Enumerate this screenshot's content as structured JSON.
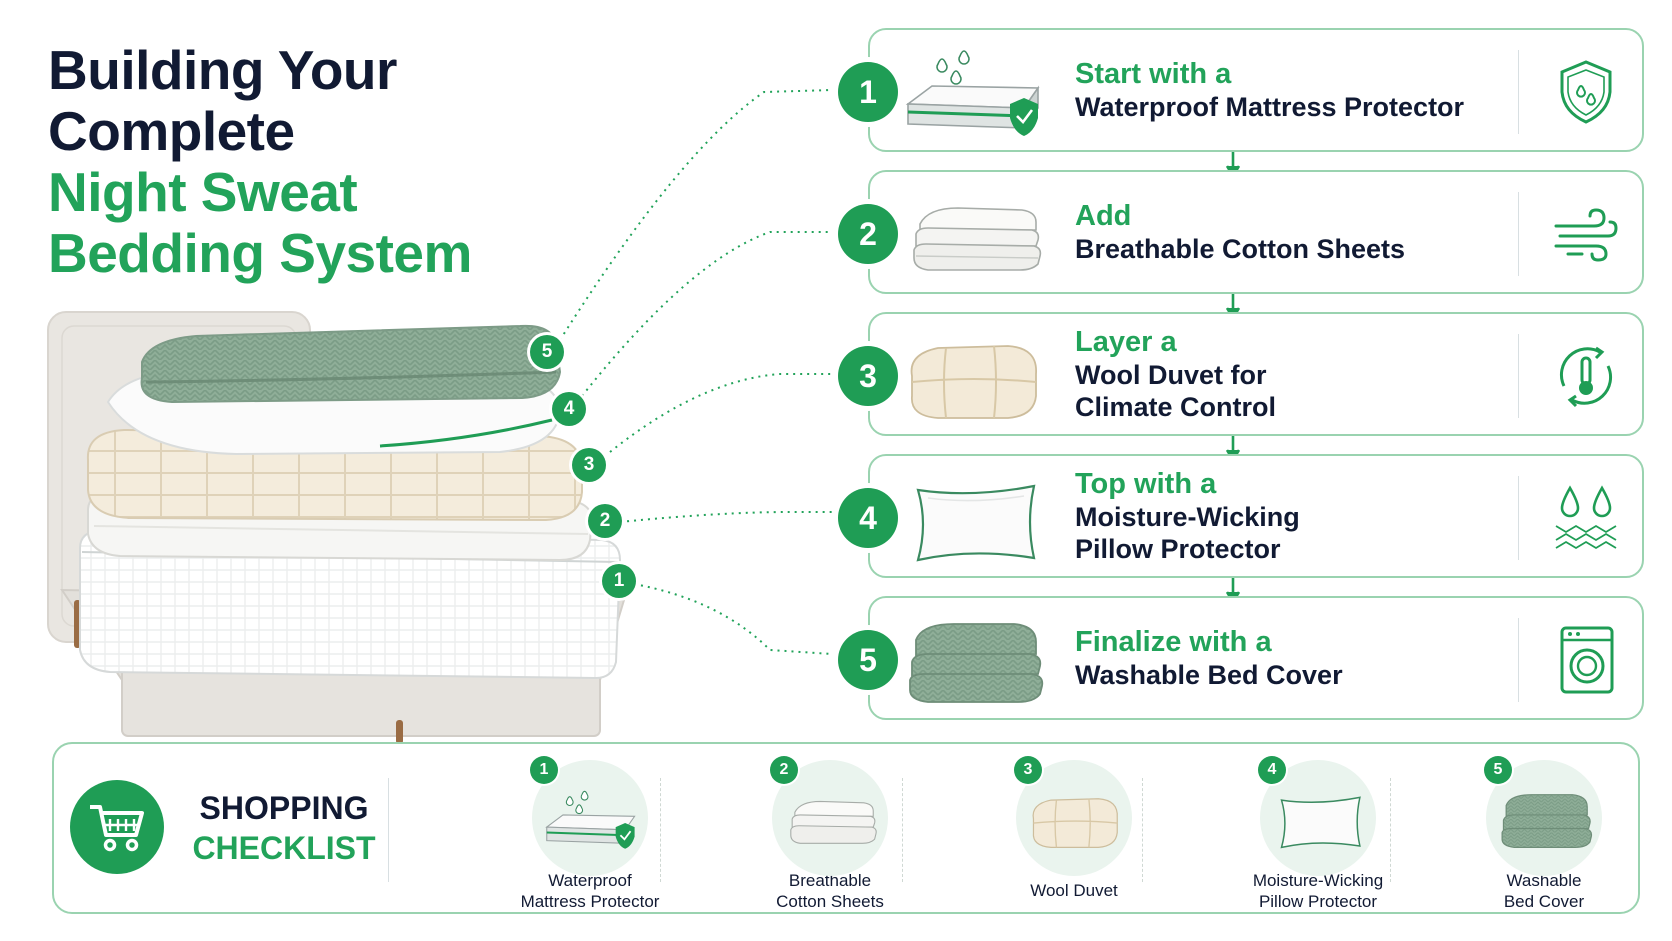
{
  "title": {
    "line1": "Building Your",
    "line2": "Complete",
    "line3": "Night Sweat",
    "line4": "Bedding System"
  },
  "bed_callouts": [
    "5",
    "4",
    "3",
    "2",
    "1"
  ],
  "steps": [
    {
      "number": "1",
      "action": "Start with a",
      "item": "Waterproof Mattress Protector",
      "icon": "shield-droplet-icon"
    },
    {
      "number": "2",
      "action": "Add",
      "item": "Breathable Cotton Sheets",
      "icon": "airflow-icon"
    },
    {
      "number": "3",
      "action": "Layer a",
      "item": "Wool Duvet for",
      "item2": "Climate Control",
      "icon": "thermometer-cycle-icon"
    },
    {
      "number": "4",
      "action": "Top with a",
      "item": "Moisture-Wicking",
      "item2": "Pillow Protector",
      "icon": "moisture-wicking-icon"
    },
    {
      "number": "5",
      "action": "Finalize with a",
      "item": "Washable Bed Cover",
      "icon": "washing-machine-icon"
    }
  ],
  "checklist": {
    "title_a": "SHOPPING",
    "title_b": "CHECKLIST",
    "items": [
      {
        "number": "1",
        "line1": "Waterproof",
        "line2": "Mattress Protector"
      },
      {
        "number": "2",
        "line1": "Breathable",
        "line2": "Cotton Sheets"
      },
      {
        "number": "3",
        "line1": "Wool Duvet",
        "line2": ""
      },
      {
        "number": "4",
        "line1": "Moisture-Wicking",
        "line2": "Pillow Protector"
      },
      {
        "number": "5",
        "line1": "Washable",
        "line2": "Bed Cover"
      }
    ]
  },
  "colors": {
    "accent": "#1f9d55",
    "accent_text": "#22a35a",
    "dark_text": "#111a33",
    "card_border": "#9ad3b0"
  }
}
